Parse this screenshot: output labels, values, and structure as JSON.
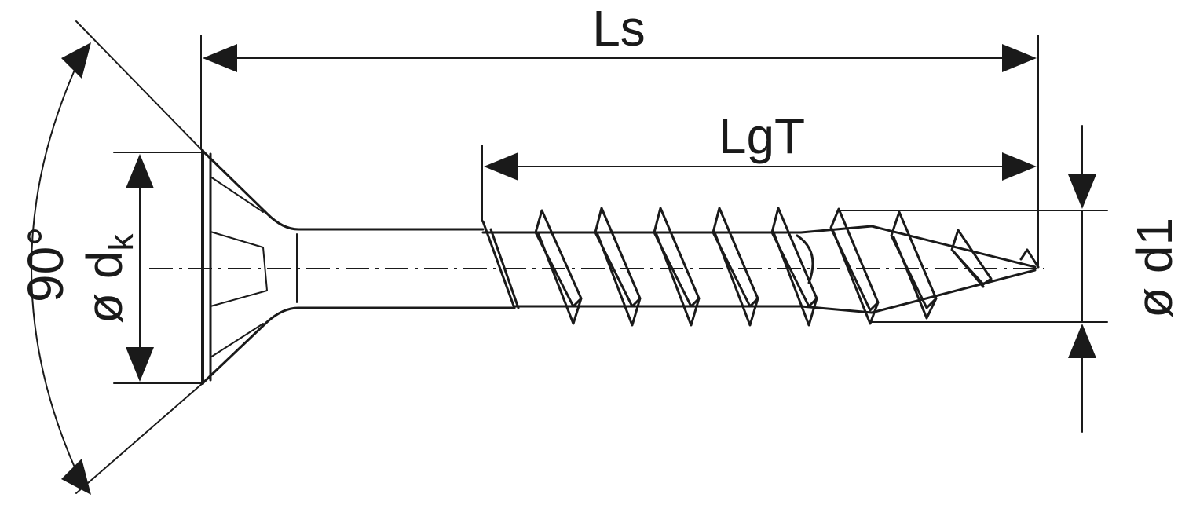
{
  "diagram": {
    "labels": {
      "overall_length": "Ls",
      "thread_length": "LgT",
      "head_angle": "90°",
      "head_diameter_symbol": "ø d",
      "head_diameter_subscript": "k",
      "thread_diameter": "ø d1"
    },
    "colors": {
      "ink": "#1a1a1a",
      "background": "#ffffff"
    }
  }
}
